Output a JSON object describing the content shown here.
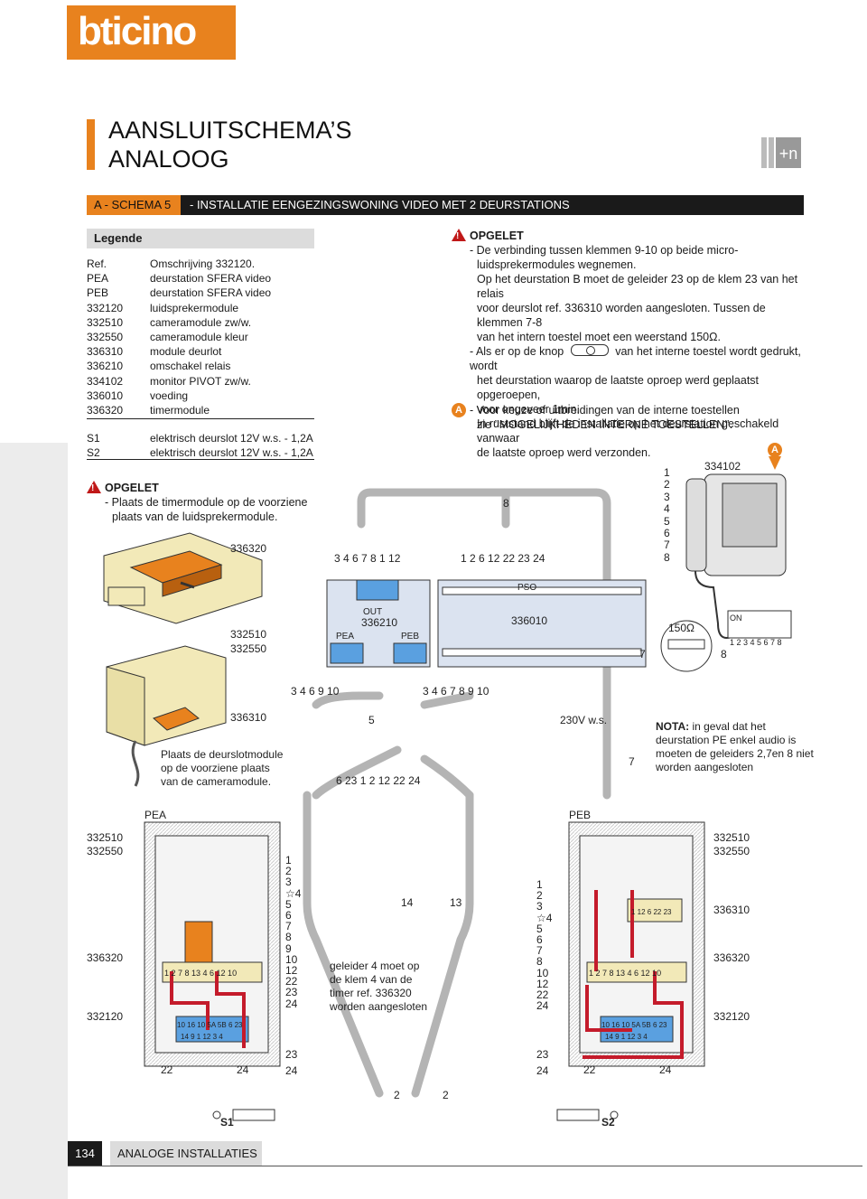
{
  "brand": {
    "logo_text": "bticino",
    "accent": "#e8821e"
  },
  "header": {
    "title_line1": "AANSLUITSCHEMA’S",
    "title_line2": "ANALOOG"
  },
  "schema": {
    "id": "A - SCHEMA 5",
    "description": "- INSTALLATIE EENGEZINGSWONING VIDEO MET 2 DEURSTATIONS"
  },
  "legend": {
    "heading": "Legende",
    "ref_label": "Ref.",
    "ref_desc": "Omschrijving 332120.",
    "items": [
      {
        "ref": "PEA",
        "desc": "deurstation SFERA video"
      },
      {
        "ref": "PEB",
        "desc": "deurstation SFERA video"
      },
      {
        "ref": "332120",
        "desc": "luidsprekermodule"
      },
      {
        "ref": "332510",
        "desc": "cameramodule zw/w."
      },
      {
        "ref": "332550",
        "desc": "cameramodule kleur"
      },
      {
        "ref": "336310",
        "desc": "module deurlot"
      },
      {
        "ref": "336210",
        "desc": "omschakel relais"
      },
      {
        "ref": "334102",
        "desc": "monitor PIVOT zw/w."
      },
      {
        "ref": "336010",
        "desc": "voeding"
      },
      {
        "ref": "336320",
        "desc": "timermodule"
      }
    ],
    "extra": [
      {
        "ref": "S1",
        "desc": "elektrisch deurslot 12V w.s. - 1,2A"
      },
      {
        "ref": "S2",
        "desc": "elektrisch deurslot 12V w.s. - 1,2A"
      }
    ]
  },
  "warning_left": {
    "title": "OPGELET",
    "line1": "- Plaats de timermodule op de voorziene",
    "line2": "plaats van de luidsprekermodule."
  },
  "warning_right": {
    "title": "OPGELET",
    "lines": [
      "- De verbinding tussen klemmen 9-10 op beide micro-",
      "luidsprekermodules wegnemen.",
      "Op het deurstation B moet de geleider 23 op de klem 23 van het relais",
      "voor deurslot ref. 336310 worden aangesloten. Tussen de klemmen 7-8",
      "van het intern toestel moet een weerstand 150Ω.",
      "- Als er op de knop",
      "van het interne toestel wordt gedrukt, wordt",
      "het deurstation waarop de laatste oproep werd geplaatst opgeroepen,",
      "voor ongeveer 1min.",
      "In ruststand blijft de installatie op het deurstation geschakeld vanwaar",
      "de laatste oproep werd verzonden."
    ],
    "marker": "A",
    "note_a_line1": "- Voor keuze of uitbreidingen van de interne toestellen",
    "note_a_line2": "zie ’’MOGELIJKHEDEN INTERNE TOESTELLEN’’."
  },
  "diagram": {
    "lbl_336320": "336320",
    "lbl_332510": "332510",
    "lbl_332550": "332550",
    "lbl_336310": "336310",
    "placement_note": [
      "Plaats de deurslotmodule",
      "op de voorziene plaats",
      "van de cameramodule."
    ],
    "bus_top_left": "3 4 6 7 8 1 12",
    "bus_top_right": "1 2 6 12 22 23 24",
    "wire_8": "8",
    "relay_ref": "336210",
    "relay_out": "OUT",
    "relay_pea": "PEA",
    "relay_peb": "PEB",
    "psu_ref": "336010",
    "psu_pso": "PSO",
    "monitor_ref": "334102",
    "monitor_marker": "A",
    "monitor_terms": [
      "1",
      "2",
      "3",
      "4",
      "5",
      "6",
      "7",
      "8"
    ],
    "resistor": "150Ω",
    "res_7": "7",
    "res_8": "8",
    "dip_on": "ON",
    "dip_nums": "1 2 3 4 5 6 7 8",
    "mid_left": "3 4 6 9 10",
    "mid_right": "3 4 6 7 8 9 10",
    "mid_5": "5",
    "mid_bottom": "6 23 1 2 12 22 24",
    "mains": "230V w.s.",
    "wire_7": "7",
    "nota_bold": "NOTA:",
    "nota_lines": [
      "in geval dat het",
      "deurstation PE enkel audio is",
      "moeten de geleiders 2,7en 8 niet",
      "worden aangesloten"
    ],
    "pea": "PEA",
    "peb": "PEB",
    "pea_labels": [
      "332510",
      "332550",
      "336320",
      "332120"
    ],
    "peb_labels": [
      "332510",
      "332550",
      "336310",
      "336320",
      "332120"
    ],
    "left_terms": [
      "1",
      "2",
      "3",
      "☆4",
      "5",
      "6",
      "7",
      "8",
      "9",
      "10",
      "12",
      "22",
      "23",
      "24"
    ],
    "right_terms": [
      "1",
      "2",
      "3",
      "☆4",
      "5",
      "6",
      "7",
      "8",
      "10",
      "12",
      "22",
      "24"
    ],
    "wire_14": "14",
    "wire_13": "13",
    "timer_note": [
      "geleider 4 moet op",
      "de klem 4 van de",
      "timer ref. 336320",
      "worden aangesloten"
    ],
    "lock_left": [
      "22",
      "24"
    ],
    "lock_right": [
      "22",
      "24"
    ],
    "mid23_left": [
      "23",
      "24"
    ],
    "mid23_right": [
      "23",
      "24"
    ],
    "wire2_left": "2",
    "wire2_right": "2",
    "s1": "S1",
    "s2": "S2",
    "term_strip_top": "1 2 7 8 13 4 6 12 10",
    "term_strip_bot1": "10 16 10 5A 5B 6 23",
    "term_strip_bot2": "14 9 1 12 3 4",
    "peb_relay": "1 12 6 22 23"
  },
  "footer": {
    "page": "134",
    "section": "ANALOGE INSTALLATIES"
  }
}
